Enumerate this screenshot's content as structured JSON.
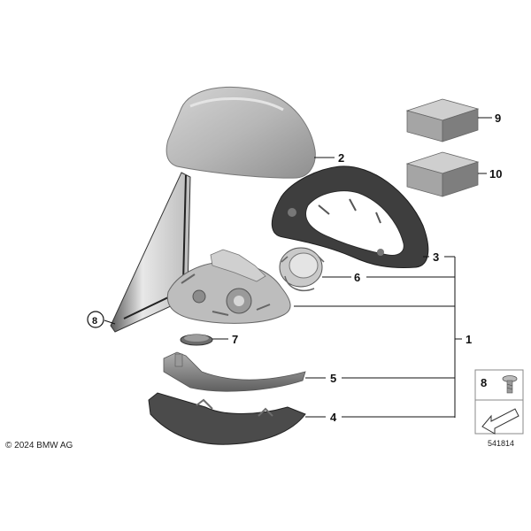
{
  "labels": {
    "p1": "1",
    "p2": "2",
    "p3": "3",
    "p4": "4",
    "p5": "5",
    "p6": "6",
    "p7": "7",
    "p8": "8",
    "p9": "9",
    "p10": "10",
    "inset": "8"
  },
  "copyright": "© 2024 BMW AG",
  "diagram_number": "541814"
}
